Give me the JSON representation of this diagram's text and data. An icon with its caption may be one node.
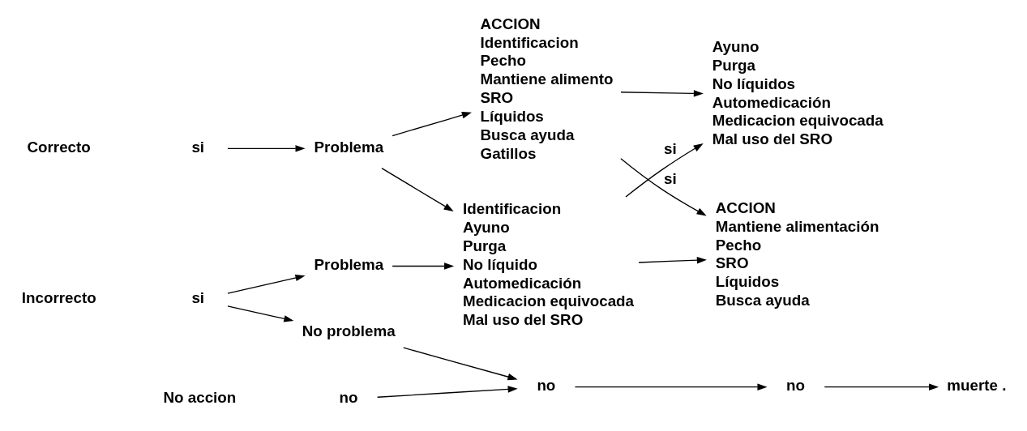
{
  "diagram": {
    "nodes": [
      {
        "text": [
          "si"
        ]
      },
      {
        "text": [
          "Problema"
        ]
      },
      {
        "text": [
          "ACCION",
          "Identificacion",
          "Pecho",
          "Mantiene alimento",
          "SRO",
          "Líquidos",
          "Busca ayuda",
          "Gatillos"
        ]
      },
      {
        "text": [
          "ACCION",
          "Mantiene alimentación",
          "Pecho",
          "SRO",
          "Líquidos",
          "Busca ayuda"
        ]
      },
      {
        "text": [
          "si"
        ]
      },
      {
        "text": [
          "Problema"
        ]
      },
      {
        "text": [
          "Identificacion",
          "Ayuno",
          "Purga",
          "No líquido",
          "Automedicación",
          "Medicacion equivocada",
          "Mal uso del SRO"
        ]
      },
      {
        "text": [
          "Ayuno",
          "Purga",
          "No líquidos",
          "Automedicación",
          "Medicacion equivocada",
          "Mal uso del SRO"
        ]
      },
      {
        "text": [
          "No problema"
        ]
      },
      {
        "text": [
          "no"
        ]
      },
      {
        "text": [
          "no"
        ]
      },
      {
        "text": [
          "no"
        ]
      },
      {
        "text": [
          "muerte ."
        ]
      }
    ],
    "edges": [
      {
        "from": 0,
        "to": 1,
        "arrow": "to"
      },
      {
        "from": 1,
        "to": 2,
        "arrow": "to"
      },
      {
        "from": 1,
        "to": 6,
        "arrow": "to"
      },
      {
        "from": 2,
        "to": 3,
        "arrow": "to",
        "label": "si"
      },
      {
        "from": 2,
        "to": 7,
        "arrow": "to"
      },
      {
        "from": 6,
        "to": 3,
        "arrow": "to"
      },
      {
        "from": 6,
        "to": 7,
        "arrow": "to",
        "label": "si"
      },
      {
        "from": 4,
        "to": 5,
        "arrow": "to"
      },
      {
        "from": 5,
        "to": 6,
        "arrow": "to"
      },
      {
        "from": 4,
        "to": 8,
        "arrow": "to"
      },
      {
        "from": 8,
        "to": 10,
        "arrow": "to"
      },
      {
        "from": 9,
        "to": 10,
        "arrow": "to"
      },
      {
        "from": 10,
        "to": 11,
        "arrow": "to"
      },
      {
        "from": 11,
        "to": 12,
        "arrow": "to"
      }
    ],
    "labels": [
      "Correcto",
      "Incorrecto",
      "No accion"
    ]
  }
}
